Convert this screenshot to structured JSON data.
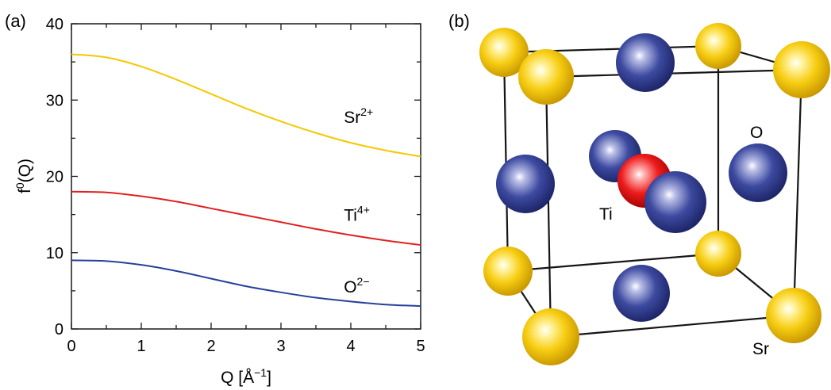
{
  "panel_a_label": "(a)",
  "panel_b_label": "(b)",
  "chart_data": {
    "type": "line",
    "xlabel": {
      "base": "Q [Å",
      "sup": "−1",
      "tail": "]"
    },
    "ylabel": {
      "base": "f",
      "sup": "0",
      "tail": "(Q)"
    },
    "xlim": [
      0,
      5
    ],
    "ylim": [
      0,
      40
    ],
    "xticks": [
      0,
      1,
      2,
      3,
      4,
      5
    ],
    "yticks": [
      0,
      10,
      20,
      30,
      40
    ],
    "grid": false,
    "series": [
      {
        "name": "Sr",
        "sup": "2+",
        "color": "#f5c800",
        "x": [
          0,
          0.5,
          1,
          1.5,
          2,
          2.5,
          3,
          3.5,
          4,
          4.5,
          5
        ],
        "y": [
          36.0,
          35.6,
          34.4,
          32.7,
          30.8,
          28.9,
          27.2,
          25.7,
          24.4,
          23.4,
          22.6
        ],
        "label_at": [
          3.9,
          27.0
        ]
      },
      {
        "name": "Ti",
        "sup": "4+",
        "color": "#e02020",
        "x": [
          0,
          0.5,
          1,
          1.5,
          2,
          2.5,
          3,
          3.5,
          4,
          4.5,
          5
        ],
        "y": [
          18.0,
          17.9,
          17.4,
          16.7,
          15.8,
          14.9,
          14.0,
          13.1,
          12.3,
          11.6,
          11.0
        ],
        "label_at": [
          3.9,
          14.2
        ]
      },
      {
        "name": "O",
        "sup": "2−",
        "color": "#27419a",
        "x": [
          0,
          0.5,
          1,
          1.5,
          2,
          2.5,
          3,
          3.5,
          4,
          4.5,
          5
        ],
        "y": [
          9.0,
          8.9,
          8.4,
          7.6,
          6.6,
          5.6,
          4.8,
          4.1,
          3.6,
          3.2,
          3.0
        ],
        "label_at": [
          3.9,
          4.8
        ]
      }
    ]
  },
  "structure": {
    "labels": {
      "ti": "Ti",
      "o": "O",
      "sr": "Sr"
    },
    "colors": {
      "sr": "#f2c200",
      "o": "#2e3a8c",
      "ti": "#e01010"
    }
  }
}
